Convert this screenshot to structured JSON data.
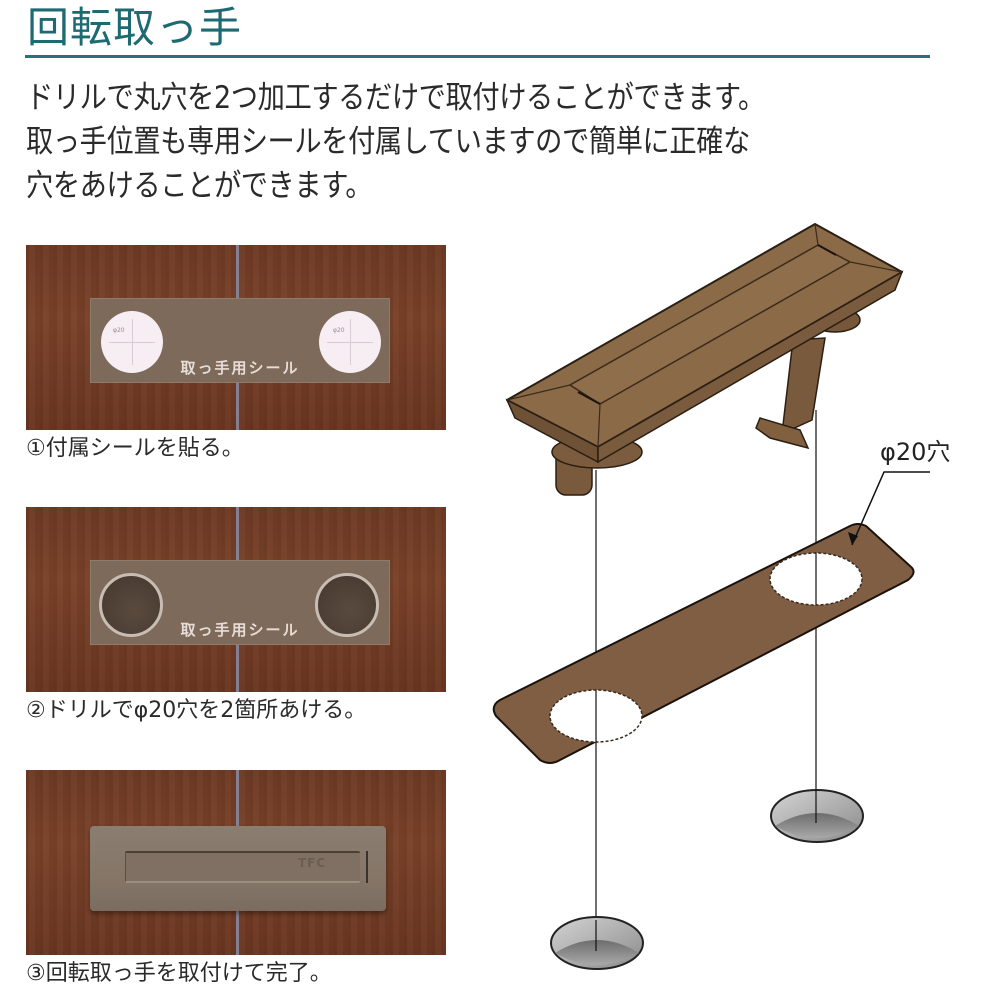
{
  "header": {
    "title": "回転取っ手"
  },
  "intro": {
    "lines": [
      "ドリルで丸穴を2つ加工するだけで取付けることができます。",
      "取っ手位置も専用シールを付属していますので簡単に正確な",
      "穴をあけることができます。"
    ]
  },
  "steps": [
    {
      "number": "①",
      "caption": "①付属シールを貼る。",
      "seal_label": "取っ手用シール",
      "hole_mark": "φ20"
    },
    {
      "number": "②",
      "caption": "②ドリルでφ20穴を2箇所あける。",
      "seal_label": "取っ手用シール"
    },
    {
      "number": "③",
      "caption": "③回転取っ手を取付けて完了。",
      "brand_mark": "TFC"
    }
  ],
  "diagram": {
    "dimension_label": "φ20穴",
    "parts": [
      "rotating-handle",
      "template-seal",
      "drilled-hole-left",
      "drilled-hole-right"
    ]
  },
  "colors": {
    "title": "#1d6a72",
    "title_rule": "#2d6f77",
    "wood": "#74402a",
    "seal": "#7d6a5a",
    "handle": "#8a6b48",
    "diagram_seal": "#7f5e44"
  }
}
